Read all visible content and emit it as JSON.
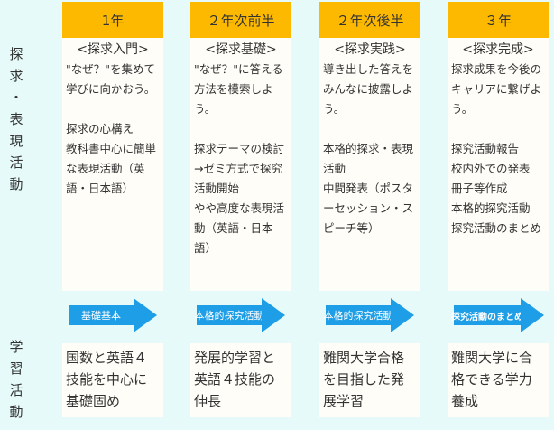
{
  "row_labels": {
    "top": [
      "探",
      "求",
      "・",
      "表",
      "現",
      "活",
      "動"
    ],
    "bottom": [
      "学",
      "習",
      "活",
      "動"
    ]
  },
  "columns": [
    {
      "header": "1年",
      "title": "<探求入門>",
      "tagline": "\"なぜ？\"を集めて学びに向かおう。",
      "items": "探求の心構え\n教科書中心に簡単な表現活動（英語・日本語）",
      "arrow": "基礎基本",
      "study": "国数と英語４技能を中心に基礎固め"
    },
    {
      "header": "２年次前半",
      "title": "<探求基礎>",
      "tagline": "\"なぜ？\"に答える方法を模索しよう。",
      "items": "探求テーマの検討\n→ゼミ方式で探究活動開始\nやや高度な表現活動（英語・日本語）",
      "arrow": "本格的探究活動",
      "study": "発展的学習と英語４技能の伸長"
    },
    {
      "header": "２年次後半",
      "title": "<探求実践>",
      "tagline": "導き出した答えをみんなに披露しよう。",
      "items": "本格的探求・表現活動\n中間発表（ポスターセッション・スピーチ等）",
      "arrow": "本格的探究活動",
      "study": "難関大学合格を目指した発展学習"
    },
    {
      "header": "３年",
      "title": "<探求完成>",
      "tagline": "探求成果を今後のキャリアに繋げよう。",
      "items": "探究活動報告\n校内外での発表\n冊子等作成\n本格的探究活動\n探究活動のまとめ",
      "arrow": "探究活動のまとめ",
      "study": "難関大学に合格できる学力養成"
    }
  ],
  "colors": {
    "background": "#e6fafa",
    "header": "#fdb900",
    "arrow": "#1e9ee6",
    "box": "#fffdf7"
  }
}
